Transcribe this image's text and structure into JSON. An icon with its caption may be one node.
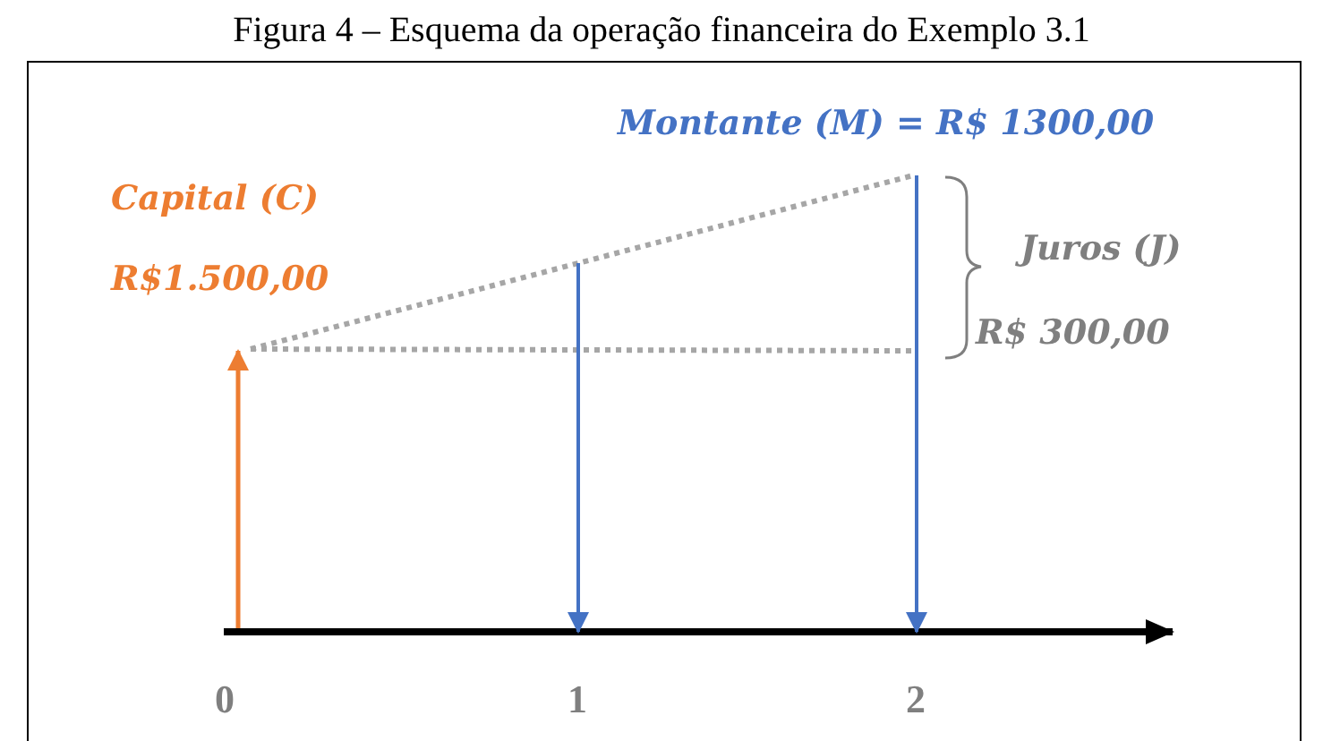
{
  "diagram": {
    "title": "Figura 4 – Esquema da operação financeira do Exemplo 3.1",
    "labels": [
      "Montante (M) = R$ 1300,00",
      "Capital (C)",
      "R$1.500,00",
      "Juros (J)",
      "R$ 300,00",
      "0",
      "1",
      "2"
    ]
  }
}
